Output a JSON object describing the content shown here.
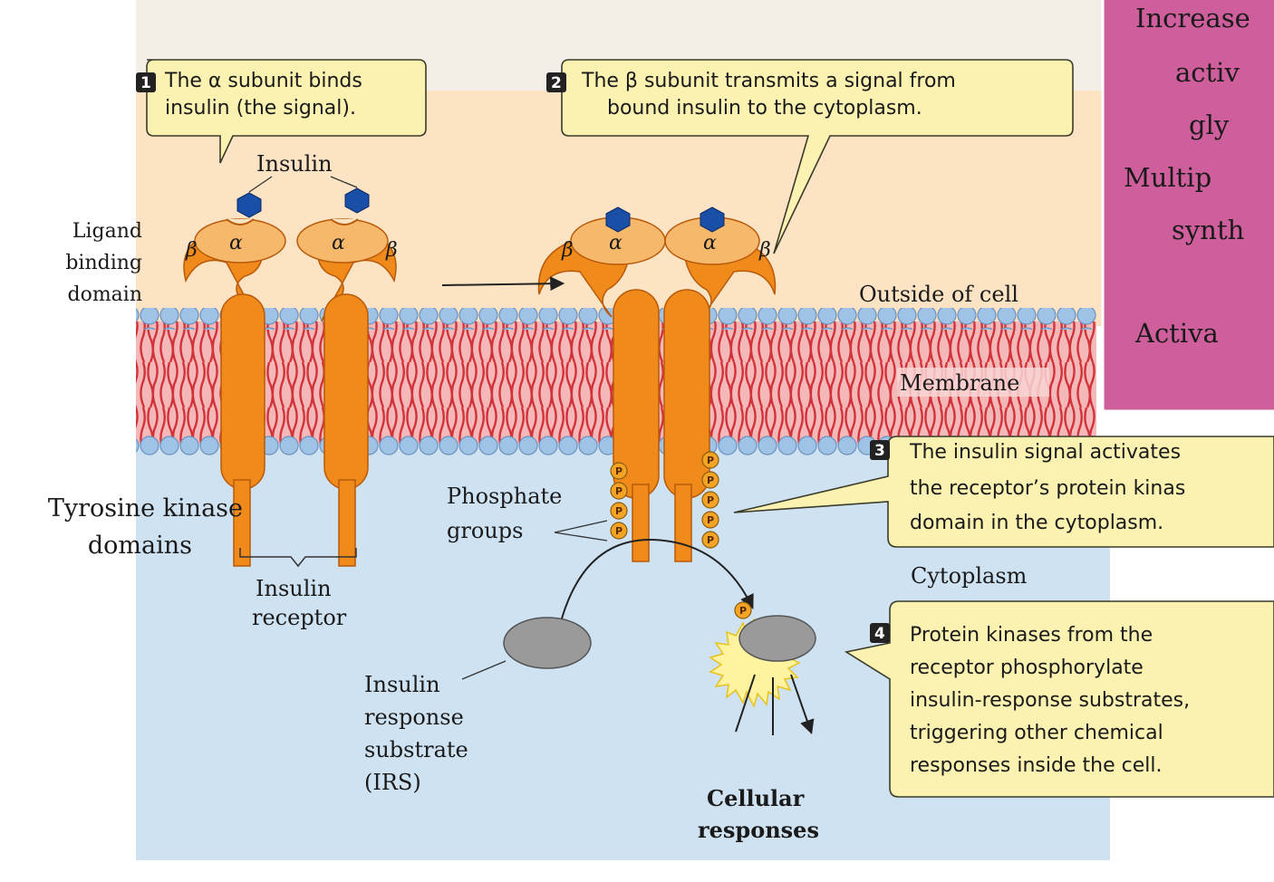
{
  "callouts": {
    "step1": {
      "num": "1",
      "line1": "The α subunit binds",
      "line2": "insulin (the signal)."
    },
    "step2": {
      "num": "2",
      "line1": "The β subunit transmits a signal from",
      "line2": "bound insulin to the cytoplasm."
    },
    "step3": {
      "num": "3",
      "line1": "The insulin signal activates",
      "line2": "the receptor’s protein kinas",
      "line3": "domain in the cytoplasm."
    },
    "step4": {
      "num": "4",
      "line1": "Protein kinases from the",
      "line2": "receptor phosphorylate",
      "line3": "insulin-response substrates,",
      "line4": "triggering other chemical",
      "line5": "responses inside the cell."
    }
  },
  "labels": {
    "insulin": "Insulin",
    "ligand_binding_domain": [
      "Ligand",
      "binding",
      "domain"
    ],
    "outside_of_cell": "Outside of cell",
    "membrane": "Membrane",
    "tyrosine_kinase_domains": [
      "Tyrosine kinase",
      "domains"
    ],
    "insulin_receptor": [
      "Insulin",
      "receptor"
    ],
    "phosphate_groups": [
      "Phosphate",
      "groups"
    ],
    "cytoplasm": "Cytoplasm",
    "irs": [
      "Insulin",
      "response",
      "substrate",
      "(IRS)"
    ],
    "cellular_responses": [
      "Cellular",
      "responses"
    ],
    "alpha": "α",
    "beta": "β",
    "p": "P"
  },
  "side_panel": {
    "lines": [
      "Increase",
      "activ",
      "gly",
      "Multip",
      "synth",
      "",
      "Activa"
    ]
  },
  "colors": {
    "outside": "#fbe3c4",
    "cytoplasm": "#cfe2f2",
    "membrane": "#f2b4b4",
    "receptor": "#f08a1a",
    "insulin": "#1a4fa8",
    "panel": "#cf5f9c"
  }
}
